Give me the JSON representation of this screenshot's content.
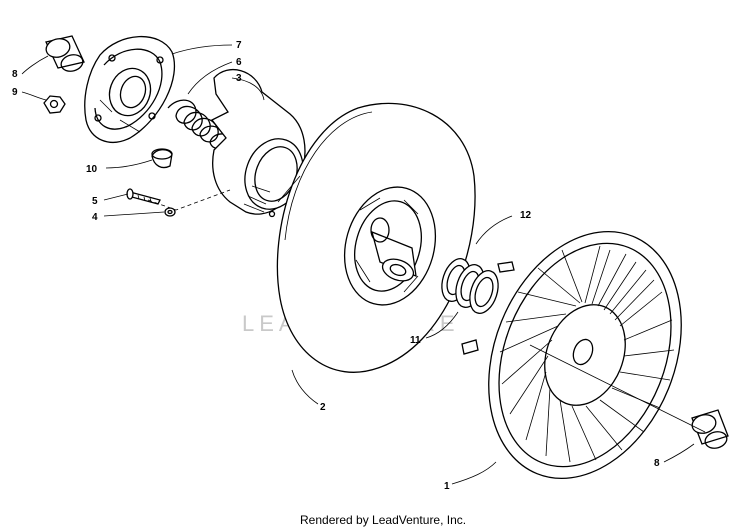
{
  "callouts": {
    "c1": "1",
    "c2": "2",
    "c3": "3",
    "c4": "4",
    "c5": "5",
    "c6": "6",
    "c7": "7",
    "c8_top": "8",
    "c8_bottom": "8",
    "c9": "9",
    "c10": "10",
    "c11": "11",
    "c12": "12"
  },
  "watermark": "LEADVENTURE",
  "credit": "Rendered by LeadVenture, Inc."
}
